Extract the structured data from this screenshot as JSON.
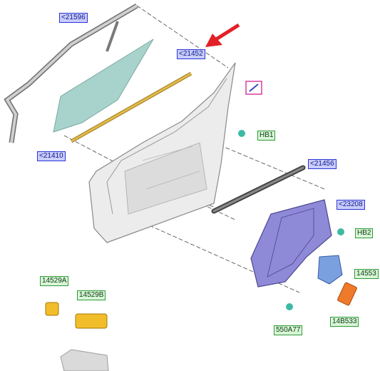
{
  "labels": {
    "glass_run": "<21596",
    "window_seal": "<21452",
    "glass": "<21410",
    "belt_outer": "<21456",
    "regulator": "<23208",
    "hb1": "HB1",
    "hb2": "HB2",
    "motor": "14553",
    "module": "14B533",
    "clip_550": "550A77",
    "switch_a": "14529A",
    "switch_b": "14529B"
  },
  "colors": {
    "part_ref_fill": "#c9cdfb",
    "part_ref_border": "#2c36d6",
    "fastener_fill": "#d9f5d7",
    "fastener_border": "#2e9b38",
    "callout_arrow": "#e32027",
    "glass": "#a7d3cc",
    "seal_strip": "#e2b94a",
    "regulator": "#8f8ad8",
    "switch": "#f2bd2a",
    "module": "#ef7a2a",
    "clip": "#3fb9a6"
  },
  "icons": {
    "callout": "red-arrow-icon",
    "detail_view": "pencil-icon",
    "fastener": "clip-icon"
  }
}
